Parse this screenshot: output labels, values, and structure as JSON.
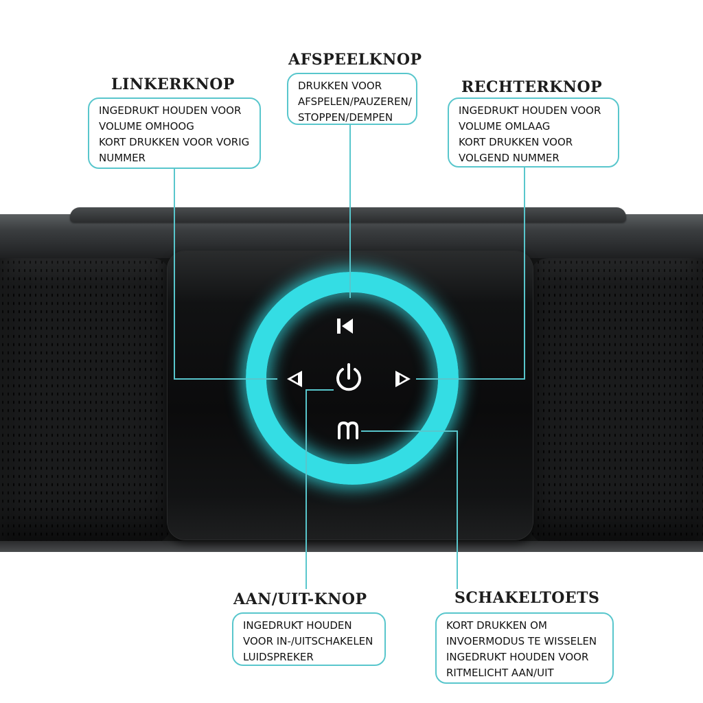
{
  "labels": {
    "left": {
      "title": "LINKERKNOP",
      "lines": [
        "INGEDRUKT HOUDEN VOOR",
        "VOLUME OMHOOG",
        "KORT DRUKKEN VOOR VORIG",
        "NUMMER"
      ]
    },
    "play": {
      "title": "AFSPEELKNOP",
      "lines": [
        "DRUKKEN VOOR",
        "AFSPELEN/PAUZEREN/",
        "STOPPEN/DEMPEN"
      ]
    },
    "right": {
      "title": "RECHTERKNOP",
      "lines": [
        "INGEDRUKT HOUDEN VOOR",
        "VOLUME OMLAAG",
        "KORT DRUKKEN VOOR",
        "VOLGEND NUMMER"
      ]
    },
    "power": {
      "title": "AAN/UIT-KNOP",
      "lines": [
        "INGEDRUKT HOUDEN",
        "VOOR IN-/UITSCHAKELEN",
        "LUIDSPREKER"
      ]
    },
    "mode": {
      "title": "SCHAKELTOETS",
      "lines": [
        "KORT DRUKKEN OM",
        "INVOERMODUS TE WISSELEN",
        "INGEDRUKT HOUDEN VOOR",
        "RITMELICHT AAN/UIT"
      ]
    }
  },
  "icons": {
    "play": "skip-previous-icon",
    "left": "chevron-left-icon",
    "power": "power-icon",
    "right": "chevron-right-icon",
    "mode": "mode-m-icon"
  },
  "colors": {
    "accent_glow": "#34dde4",
    "callout_border": "#58c6cc",
    "line": "#58c6cc",
    "speaker_body": "#141515"
  }
}
